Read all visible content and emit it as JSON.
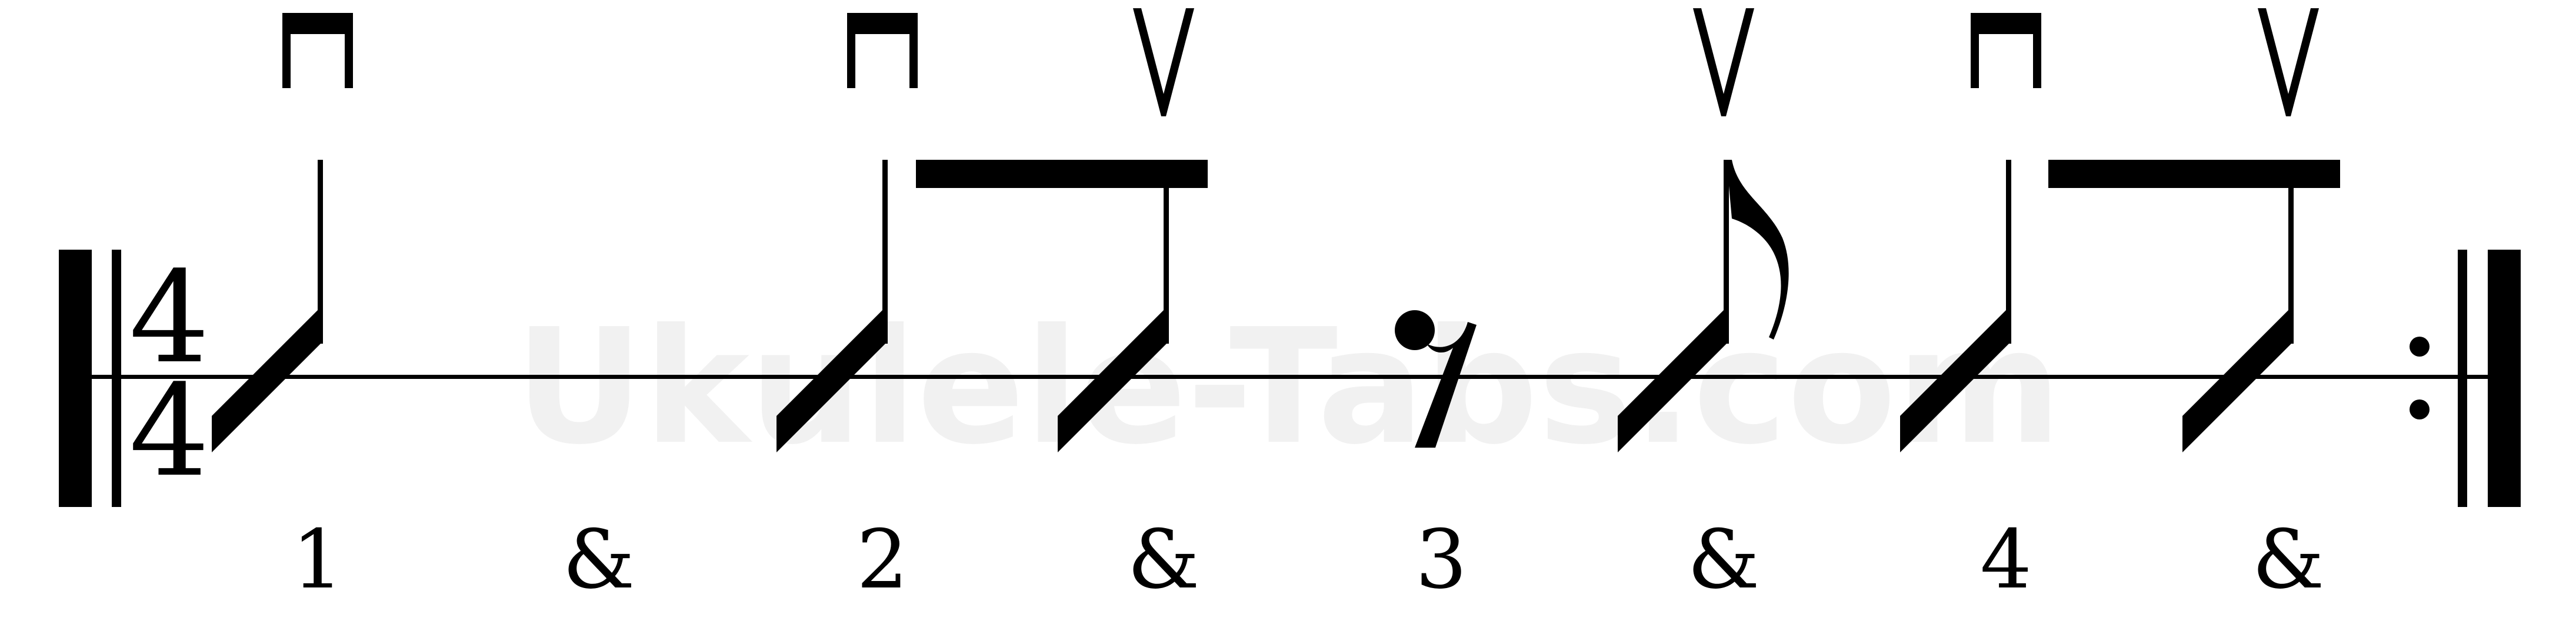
{
  "watermark": "Ukulele-Tabs.com",
  "time_signature": {
    "top": "4",
    "bottom": "4"
  },
  "repeat": "end",
  "strokes": [
    "down",
    "",
    "down",
    "up",
    "",
    "up",
    "down",
    "up"
  ],
  "counts": [
    "1",
    "&",
    "2",
    "&",
    "3",
    "&",
    "4",
    "&"
  ],
  "colors": {
    "ink": "#000000",
    "watermark": "#f1f1f1"
  },
  "icons": {
    "down": "down-bow-icon",
    "up": "up-bow-icon",
    "rest": "eighth-rest-icon",
    "flag": "eighth-flag-icon"
  }
}
